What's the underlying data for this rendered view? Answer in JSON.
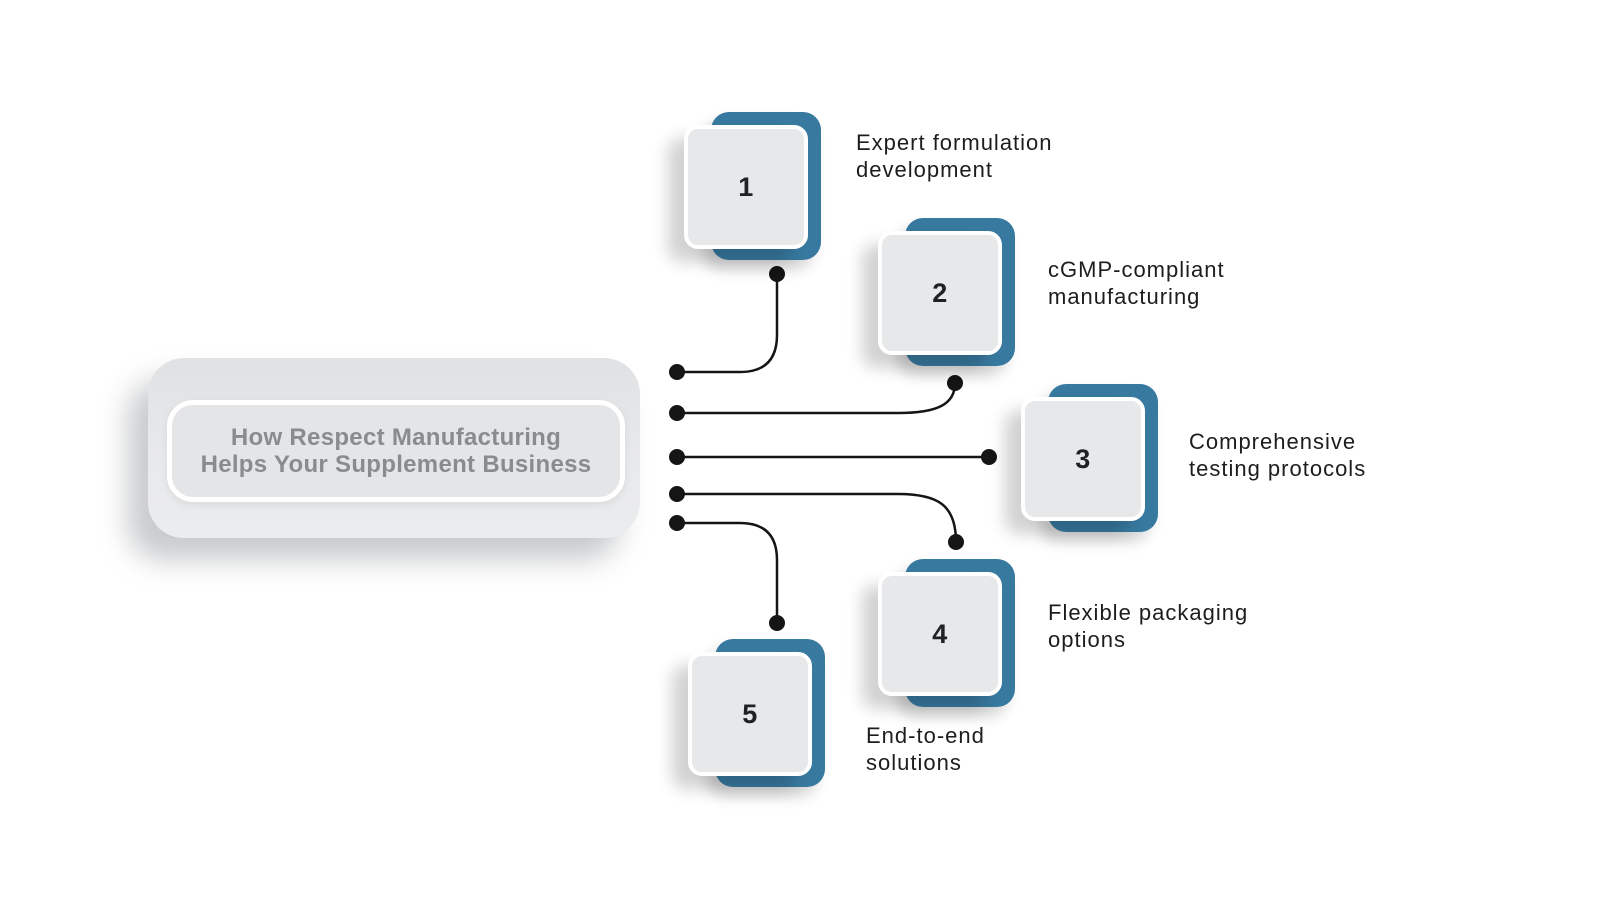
{
  "title": "How Respect Manufacturing\nHelps Your Supplement Business",
  "items": [
    {
      "number": "1",
      "label": "Expert formulation\ndevelopment"
    },
    {
      "number": "2",
      "label": "cGMP-compliant\nmanufacturing"
    },
    {
      "number": "3",
      "label": "Comprehensive\ntesting protocols"
    },
    {
      "number": "4",
      "label": "Flexible packaging\noptions"
    },
    {
      "number": "5",
      "label": "End-to-end\nsolutions"
    }
  ],
  "colors": {
    "accent_teal": "#38799f",
    "box_fill": "#e7e8e9",
    "center_box_fill": "#e4e5e7",
    "title_text": "#8a8b8d",
    "label_text": "#1d1d1f",
    "connector": "#151515",
    "background": "#ffffff"
  }
}
